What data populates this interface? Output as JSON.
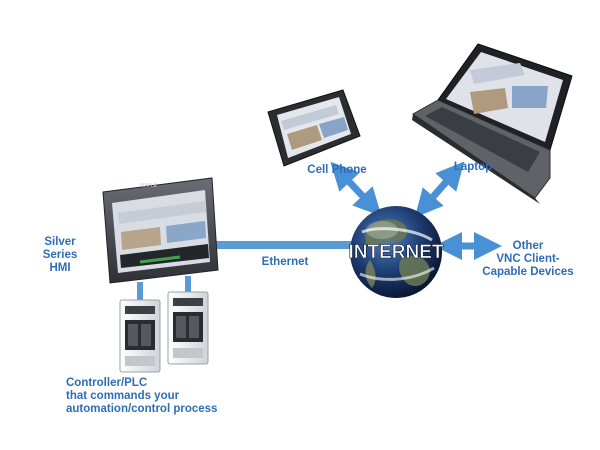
{
  "colors": {
    "label": "#2f6db5",
    "connector": "#5b9bd5",
    "arrow": "#4a90d6",
    "device_body": "#4a4d52",
    "screen_bg": "#d9dde3",
    "plc_body": "#e9ebee",
    "globe_ocean": "#1c3a6e"
  },
  "labels": {
    "hmi": "Silver Series\nHMI",
    "ethernet": "Ethernet",
    "cell_phone": "Cell Phone",
    "laptop": "Laptop",
    "other_devices": "Other\nVNC Client-\nCapable Devices",
    "controller": "Controller/PLC\nthat commands your\nautomation/control process"
  },
  "globe_text": "INTERNET",
  "hmi_brand": "MAPLE",
  "icons": {
    "hmi": "touchscreen-hmi-icon",
    "phone": "cell-phone-icon",
    "laptop": "laptop-icon",
    "globe": "globe-icon",
    "plc": "plc-controller-icon"
  }
}
